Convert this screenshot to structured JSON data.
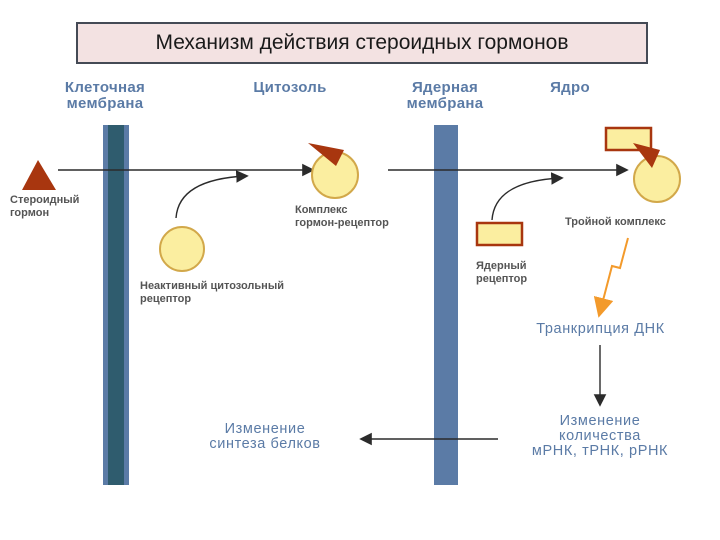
{
  "title": "Механизм действия стероидных гормонов",
  "columns": {
    "cell_membrane": "Клеточная\nмембрана",
    "cytosol": "Цитозоль",
    "nuclear_membrane": "Ядерная\nмембрана",
    "nucleus": "Ядро"
  },
  "labels": {
    "steroid_hormone": "Стероидный\nгормон",
    "hormone_receptor_complex": "Комплекс\nгормон-рецептор",
    "inactive_receptor": "Неактивный цитозольный\nрецептор",
    "nuclear_receptor": "Ядерный\nрецептор",
    "triple_complex": "Тройной комплекс",
    "dna_transcription": "Транкрипция ДНК",
    "rna_change": "Изменение\nколичества\nмРНК, тРНК, рРНК",
    "protein_change": "Изменение\nсинтеза белков"
  },
  "colors": {
    "membrane": "#5b7ba6",
    "membrane_dark": "#2f5c6e",
    "hormone": "#a8360f",
    "receptor_fill": "#fbeea0",
    "receptor_stroke": "#d2a84a",
    "arrow_orange": "#f39a2b"
  }
}
